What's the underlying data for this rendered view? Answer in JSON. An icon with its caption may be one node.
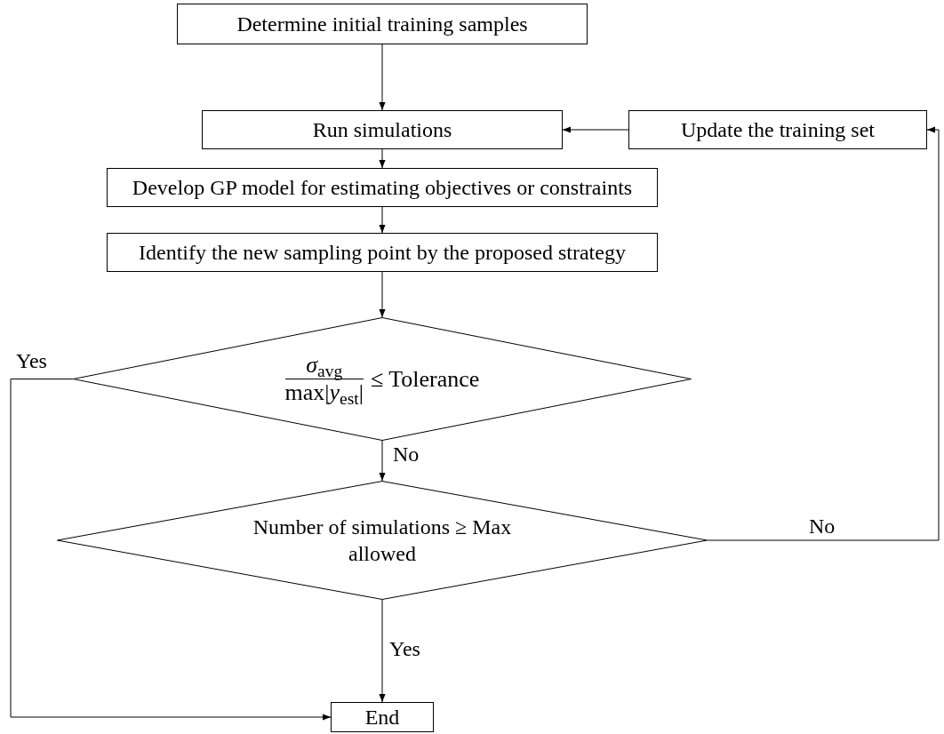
{
  "diagram": {
    "nodes": [
      {
        "text": [
          "Determine initial training samples"
        ]
      },
      {
        "text": [
          "Run simulations"
        ]
      },
      {
        "text": [
          "Update the training set"
        ]
      },
      {
        "text": [
          "Develop GP model for estimating objectives or constraints"
        ]
      },
      {
        "text": [
          "Identify the new sampling point by the proposed strategy"
        ]
      },
      {
        "text": [
          "*σ*$_{avg}$",
          "max|*y*$_{est}$|",
          "≤ Tolerance"
        ]
      },
      {
        "text": [
          "Number of simulations ≥ Max allowed"
        ]
      },
      {
        "text": [
          "End"
        ]
      }
    ],
    "edges": [
      {
        "from": 0,
        "to": 1,
        "arrow": "to"
      },
      {
        "from": 2,
        "to": 1,
        "arrow": "to"
      },
      {
        "from": 1,
        "to": 3,
        "arrow": "to"
      },
      {
        "from": 3,
        "to": 4,
        "arrow": "to"
      },
      {
        "from": 4,
        "to": 5,
        "arrow": "to"
      },
      {
        "from": 5,
        "to": 6,
        "arrow": "to",
        "label": "No"
      },
      {
        "from": 6,
        "to": 7,
        "arrow": "to",
        "label": "Yes"
      },
      {
        "from": 5,
        "to": 7,
        "arrow": "to",
        "label": "Yes"
      },
      {
        "from": 6,
        "to": 2,
        "arrow": "to",
        "label": "No"
      }
    ]
  }
}
